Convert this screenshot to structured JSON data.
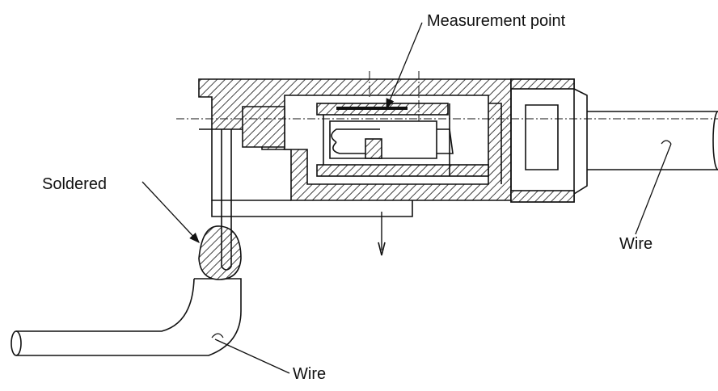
{
  "labels": {
    "measurement_point": "Measurement point",
    "soldered": "Soldered",
    "wire_right": "Wire",
    "wire_bottom": "Wire"
  },
  "colors": {
    "ink": "#111111",
    "background": "#ffffff"
  }
}
